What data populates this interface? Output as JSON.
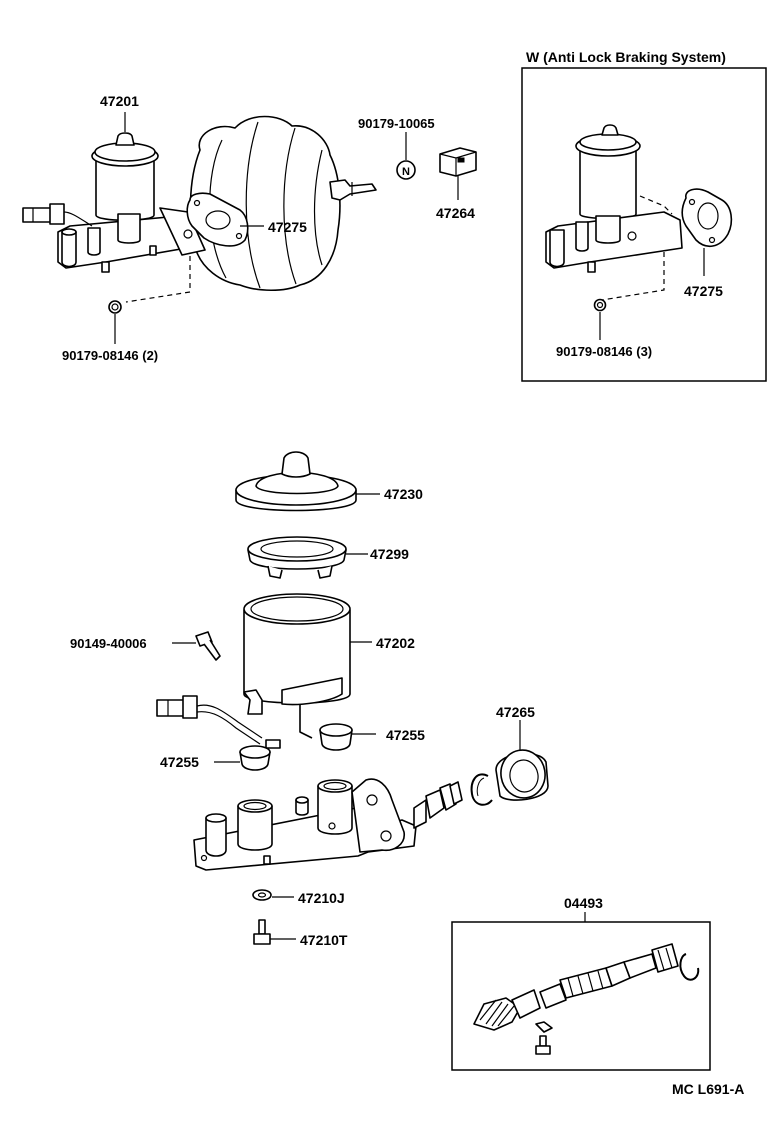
{
  "labels": {
    "p47201": "47201",
    "p47275_main": "47275",
    "p90179_10065": "90179-10065",
    "p47264": "47264",
    "p90179_08146_main": "90179-08146 (2)",
    "p47230": "47230",
    "p47299": "47299",
    "p90149_40006": "90149-40006",
    "p47202": "47202",
    "p47255_right": "47255",
    "p47255_left": "47255",
    "p47265": "47265",
    "p47210J": "47210J",
    "p47210T": "47210T",
    "p04493": "04493"
  },
  "abs_box": {
    "title": "W (Anti Lock Braking System)",
    "p47275": "47275",
    "p90179_08146": "90179-08146 (3)"
  },
  "nut_marker": "N",
  "footer_code": "MC L691-A"
}
